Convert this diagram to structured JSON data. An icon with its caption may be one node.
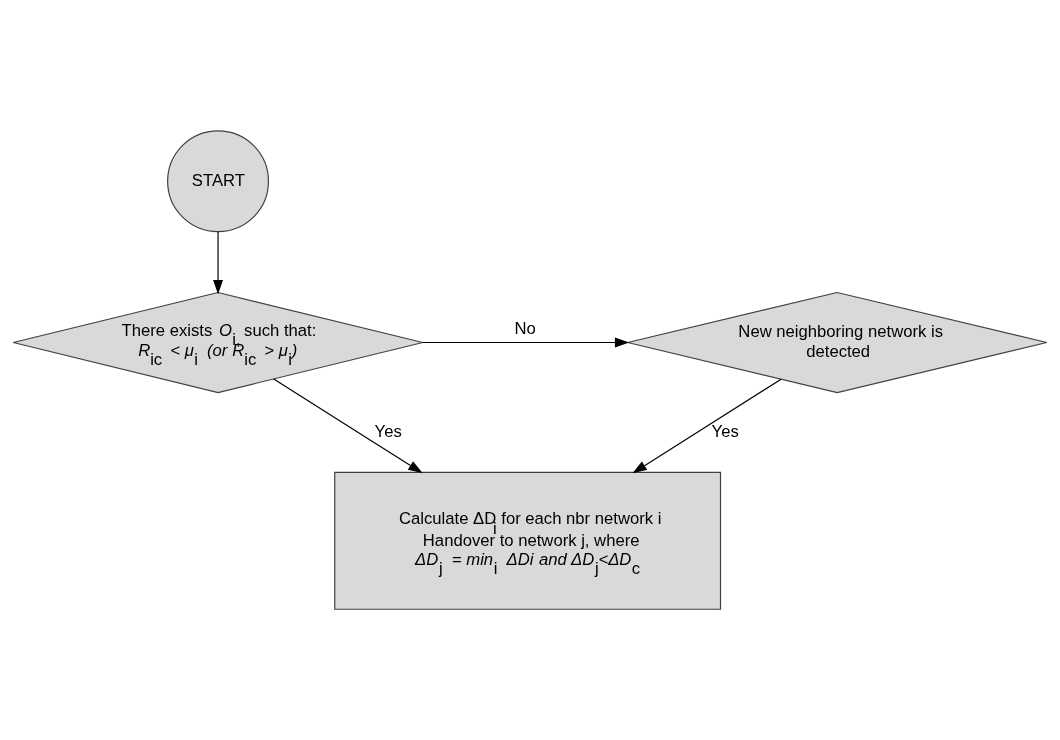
{
  "diagram": {
    "nodes": [
      {
        "text": [
          "START"
        ]
      },
      {
        "text": [
          "There exists *O*$_{i,}$ such that:",
          "*R*$_{ic}$ *< μ*$_{i}$ *(or R*$_{ic}$ *> μ*$_{i}$*)*"
        ]
      },
      {
        "text": [
          "New neighboring network is detected"
        ]
      },
      {
        "text": [
          "Calculate ΔD$_{i}$ for each nbr network i",
          "Handover to network j, where",
          "*ΔD*$_{j}$ *= min*$_{i}$ *ΔDi and ΔD*$_{j}$*<ΔD*$_{c}$"
        ]
      }
    ],
    "edges": [
      {
        "from": 0,
        "to": 1,
        "arrow": "to"
      },
      {
        "from": 1,
        "to": 2,
        "arrow": "to",
        "label": "No"
      },
      {
        "from": 1,
        "to": 3,
        "arrow": "to",
        "label": "Yes"
      },
      {
        "from": 2,
        "to": 3,
        "arrow": "to",
        "label": "Yes"
      }
    ]
  }
}
